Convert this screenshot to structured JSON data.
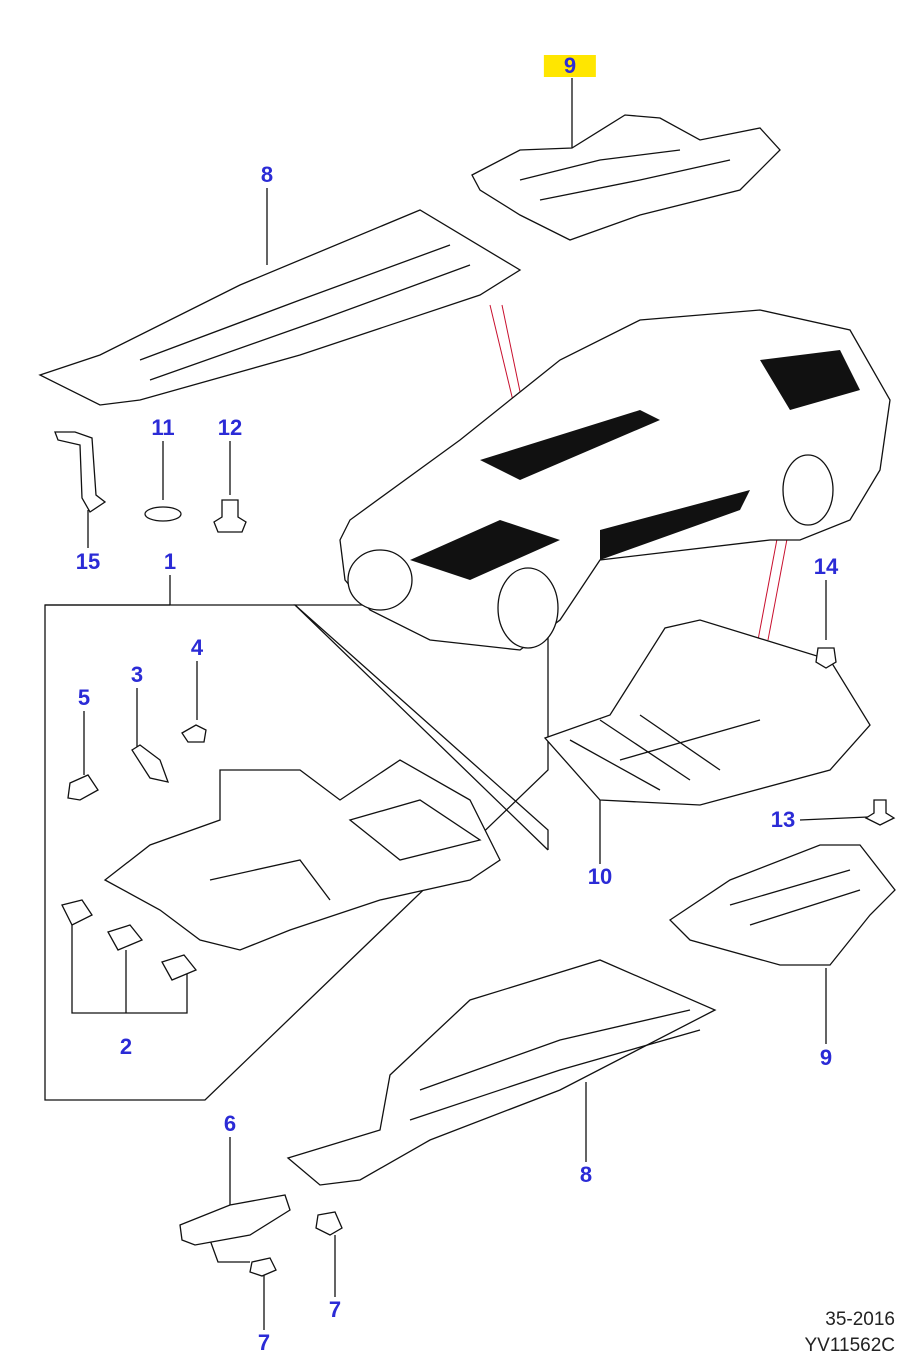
{
  "diagram": {
    "callouts": [
      {
        "id": "c9-top",
        "label": "9",
        "highlighted": true
      },
      {
        "id": "c8-top",
        "label": "8"
      },
      {
        "id": "c11",
        "label": "11"
      },
      {
        "id": "c12",
        "label": "12"
      },
      {
        "id": "c15",
        "label": "15"
      },
      {
        "id": "c1",
        "label": "1"
      },
      {
        "id": "c4",
        "label": "4"
      },
      {
        "id": "c3",
        "label": "3"
      },
      {
        "id": "c5",
        "label": "5"
      },
      {
        "id": "c2",
        "label": "2"
      },
      {
        "id": "c14",
        "label": "14"
      },
      {
        "id": "c13",
        "label": "13"
      },
      {
        "id": "c10",
        "label": "10"
      },
      {
        "id": "c9-bottom",
        "label": "9"
      },
      {
        "id": "c8-bottom",
        "label": "8"
      },
      {
        "id": "c6",
        "label": "6"
      },
      {
        "id": "c7-right",
        "label": "7"
      },
      {
        "id": "c7-bottom",
        "label": "7"
      }
    ],
    "highlight_color": "#ffe600",
    "callout_color": "#2b2bd6",
    "leader_highlight_color": "#c8102e"
  },
  "footer": {
    "section": "35-2016",
    "illustration_id": "YV11562C"
  }
}
